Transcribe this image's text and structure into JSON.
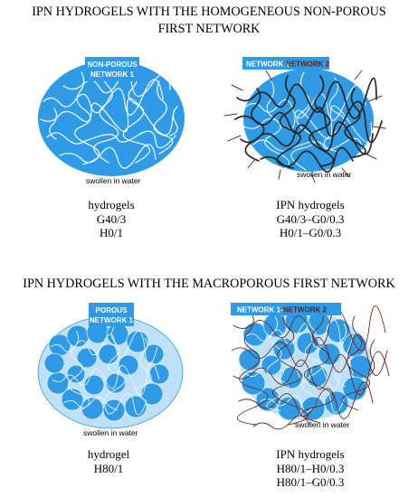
{
  "section1": {
    "title_line1": "IPN HYDROGELS WITH THE HOMOGENEOUS NON-POROUS",
    "title_line2": "FIRST NETWORK",
    "left": {
      "tag_line1": "NON-POROUS",
      "tag_line2": "NETWORK 1",
      "note": "swollen in water",
      "caption": [
        "hydrogels",
        "G40/3",
        "H0/1"
      ]
    },
    "right": {
      "tag_part1": "NETWORK 1-",
      "tag_part2": "NETWORK 2",
      "note": "swollen in water",
      "caption": [
        "IPN hydrogels",
        "G40/3–G0/0.3",
        "H0/1–G0/0.3"
      ]
    }
  },
  "section2": {
    "title": "IPN HYDROGELS WITH THE MACROPOROUS FIRST NETWORK",
    "left": {
      "tag_line1": "POROUS",
      "tag_line2": "NETWORK 1",
      "note": "swollen in water",
      "caption": [
        "hydrogel",
        "H80/1"
      ]
    },
    "right": {
      "tag_part1": "NETWORK 1-",
      "tag_part2": "NETWORK 2",
      "note": "swollen in water",
      "caption": [
        "IPN hydrogels",
        "H80/1–H0/0.3",
        "H80/1–G0/0.3"
      ]
    }
  },
  "colors": {
    "gel_blue": "#2f9be6",
    "pale_blue": "#bfe1f7",
    "tag_blue": "#2f9be6",
    "network1_line": "#e9f5fd",
    "network2_line": "#6b2a1c",
    "tag_part2_text": "#5a2418"
  }
}
